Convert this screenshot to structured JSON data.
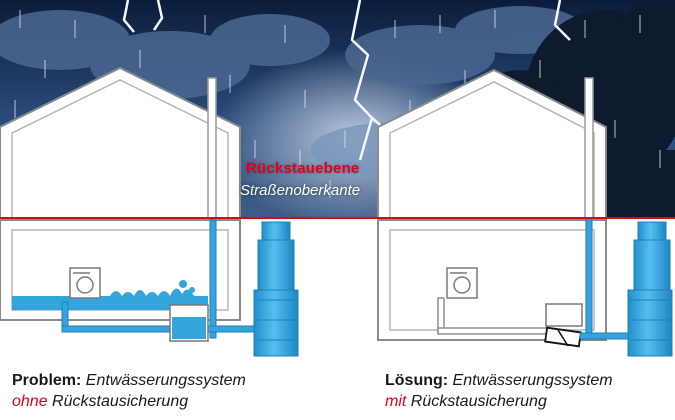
{
  "labels": {
    "backflow_level": "Rückstauebene",
    "road_surface": "Straßenoberkante"
  },
  "problem": {
    "title": "Problem:",
    "line1": "Entwässerungssystem",
    "highlight": "ohne",
    "line2_rest": "Rückstausicherung"
  },
  "solution": {
    "title": "Lösung:",
    "line1": "Entwässerungssystem",
    "highlight": "mit",
    "line2_rest": "Rückstausicherung"
  },
  "colors": {
    "sky_dark": "#0d2143",
    "sky_mid": "#2d4f7d",
    "water": "#33a4dc",
    "red_line": "#e2001a",
    "ground": "#ffffff",
    "outline": "#7c7c7c"
  }
}
